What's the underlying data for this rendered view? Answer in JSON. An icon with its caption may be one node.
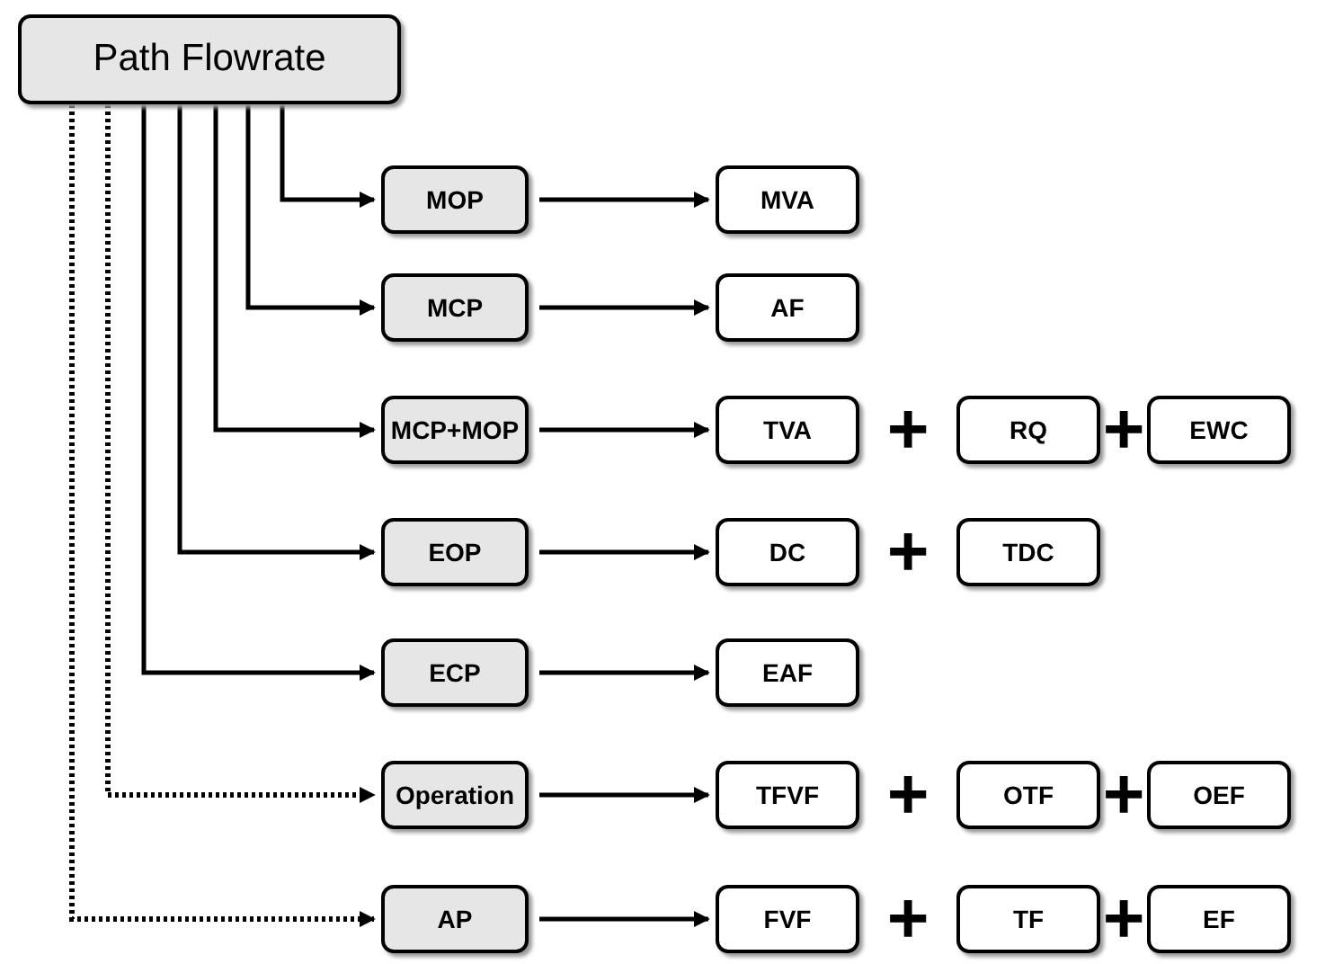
{
  "diagram": {
    "nodes": [
      {
        "text": [
          "Path Flowrate"
        ]
      },
      {
        "text": [
          "MOP"
        ]
      },
      {
        "text": [
          "MVA"
        ]
      },
      {
        "text": [
          "MCP"
        ]
      },
      {
        "text": [
          "AF"
        ]
      },
      {
        "text": [
          "MCP+MOP"
        ]
      },
      {
        "text": [
          "TVA"
        ]
      },
      {
        "text": [
          "RQ"
        ]
      },
      {
        "text": [
          "EWC"
        ]
      },
      {
        "text": [
          "EOP"
        ]
      },
      {
        "text": [
          "DC"
        ]
      },
      {
        "text": [
          "TDC"
        ]
      },
      {
        "text": [
          "ECP"
        ]
      },
      {
        "text": [
          "EAF"
        ]
      },
      {
        "text": [
          "Operation"
        ]
      },
      {
        "text": [
          "TFVF"
        ]
      },
      {
        "text": [
          "OTF"
        ]
      },
      {
        "text": [
          "OEF"
        ]
      },
      {
        "text": [
          "AP"
        ]
      },
      {
        "text": [
          "FVF"
        ]
      },
      {
        "text": [
          "TF"
        ]
      },
      {
        "text": [
          "EF"
        ]
      }
    ],
    "edges": [
      {
        "from": 0,
        "to": 1,
        "arrow": "to"
      },
      {
        "from": 0,
        "to": 3,
        "arrow": "to"
      },
      {
        "from": 0,
        "to": 5,
        "arrow": "to"
      },
      {
        "from": 0,
        "to": 9,
        "arrow": "to"
      },
      {
        "from": 0,
        "to": 12,
        "arrow": "to"
      },
      {
        "from": 0,
        "to": 14,
        "arrow": "to",
        "style": "dashed"
      },
      {
        "from": 0,
        "to": 18,
        "arrow": "to",
        "style": "dashed"
      },
      {
        "from": 1,
        "to": 2,
        "arrow": "to"
      },
      {
        "from": 3,
        "to": 4,
        "arrow": "to"
      },
      {
        "from": 5,
        "to": 6,
        "arrow": "to"
      },
      {
        "from": 9,
        "to": 10,
        "arrow": "to"
      },
      {
        "from": 12,
        "to": 13,
        "arrow": "to"
      },
      {
        "from": 14,
        "to": 15,
        "arrow": "to"
      },
      {
        "from": 18,
        "to": 19,
        "arrow": "to"
      }
    ],
    "labels": [
      "+",
      "+",
      "+",
      "+",
      "+",
      "+",
      "+"
    ]
  }
}
